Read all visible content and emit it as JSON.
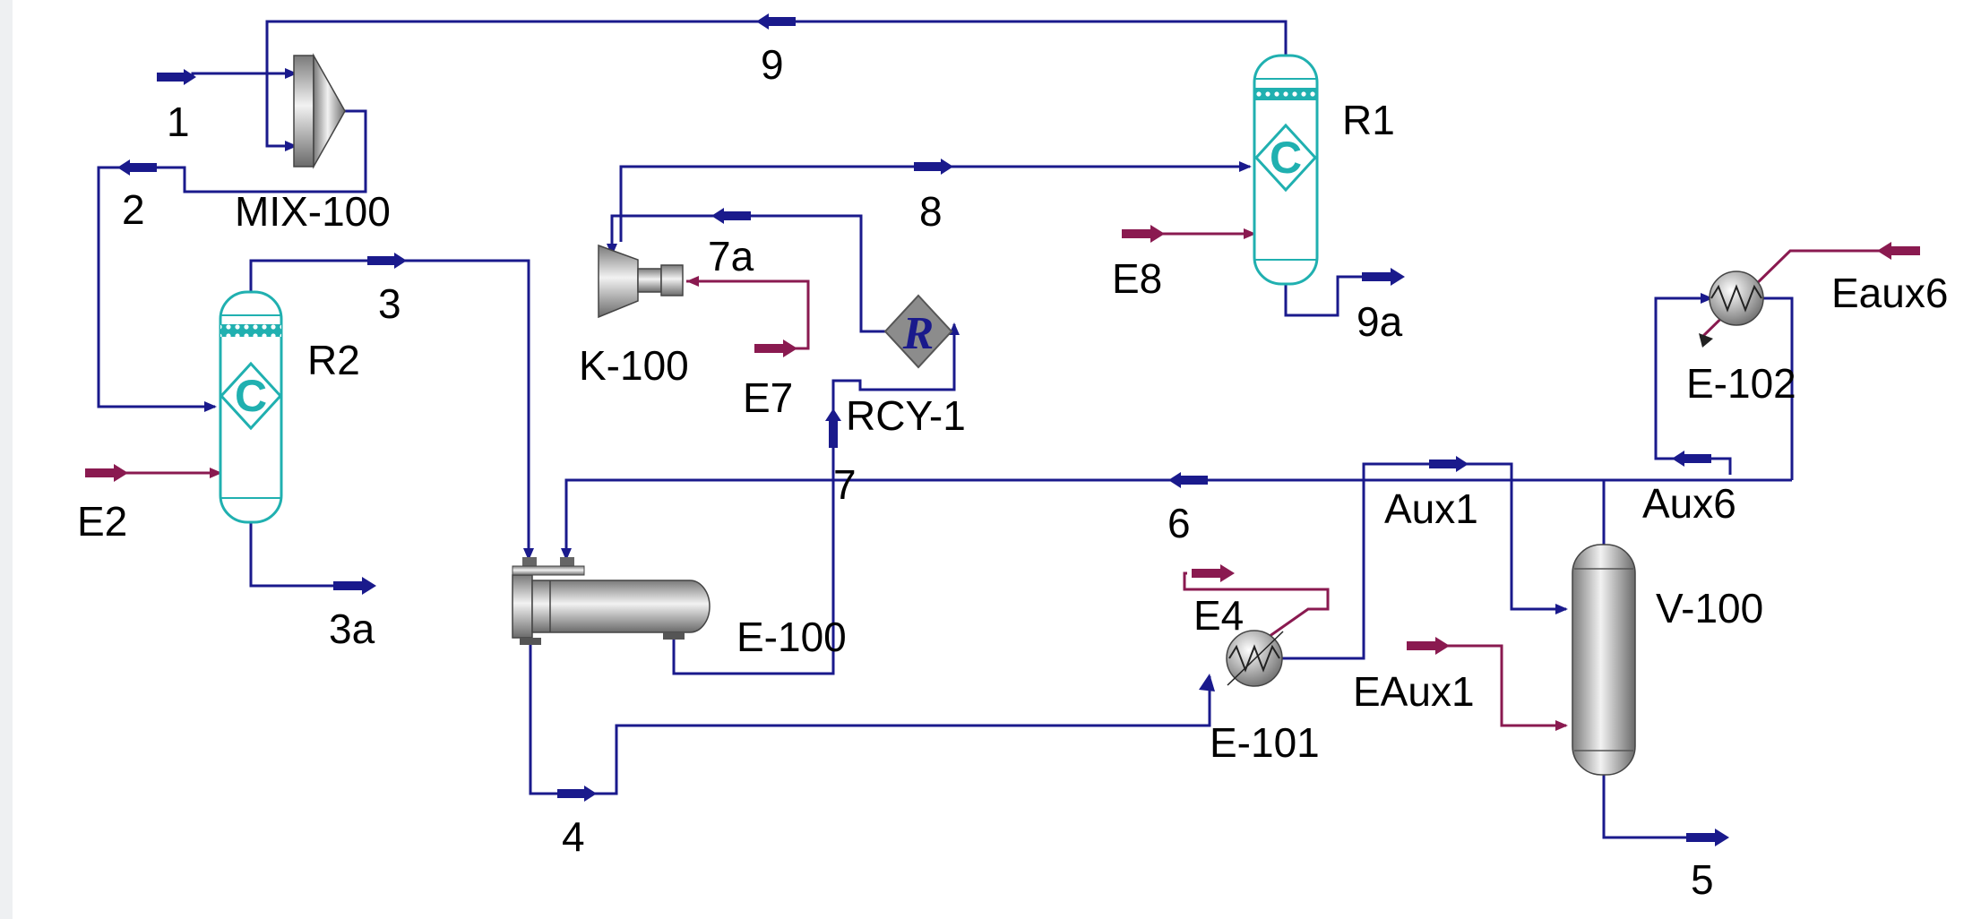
{
  "diagram": {
    "title": "",
    "colors": {
      "material_stream": "#1a1a8c",
      "energy_stream": "#8a1a50",
      "column_outline": "#20b0b0",
      "label": "#000000",
      "equipment_gray": "#a8a8a8"
    },
    "units": {
      "mix100": "MIX-100",
      "r1": "R1",
      "r2": "R2",
      "k100": "K-100",
      "rcy1": "RCY-1",
      "e100": "E-100",
      "e101": "E-101",
      "e102": "E-102",
      "v100": "V-100"
    },
    "streams": {
      "s1": "1",
      "s2": "2",
      "s3": "3",
      "s3a": "3a",
      "s4": "4",
      "s5": "5",
      "s6": "6",
      "s7": "7",
      "s7a": "7a",
      "s8": "8",
      "s9": "9",
      "s9a": "9a",
      "aux1": "Aux1",
      "aux6": "Aux6"
    },
    "energy_streams": {
      "e2": "E2",
      "e4": "E4",
      "e7": "E7",
      "e8": "E8",
      "eaux1": "EAux1",
      "eaux6": "Eaux6"
    },
    "glyphs": {
      "column": "C",
      "recycle": "R"
    },
    "icons": [
      "mixer-icon",
      "reactor-column-icon",
      "compressor-icon",
      "recycle-icon",
      "shell-tube-exchanger-icon",
      "heater-icon",
      "cooler-icon",
      "separator-vessel-icon",
      "stream-arrow-icon"
    ]
  }
}
